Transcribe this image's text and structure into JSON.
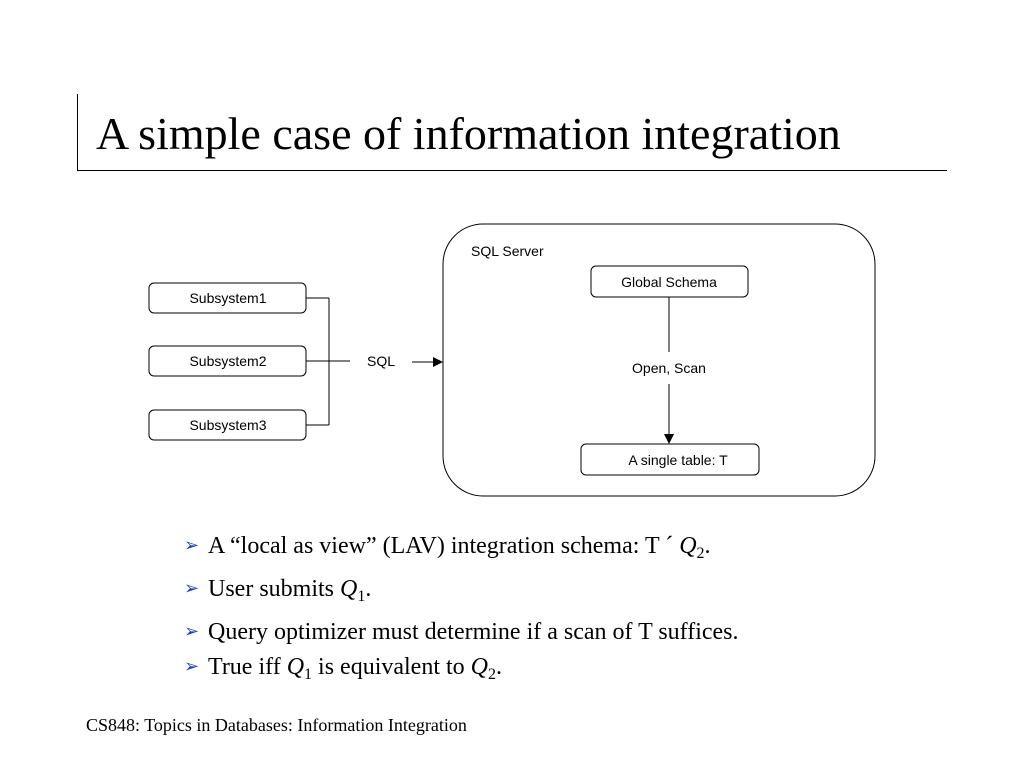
{
  "slide": {
    "title": "A simple case of information integration",
    "footer": "CS848: Topics in Databases: Information Integration"
  },
  "diagram": {
    "subsystems": [
      "Subsystem1",
      "Subsystem2",
      "Subsystem3"
    ],
    "connector_label": "SQL",
    "server_label": "SQL Server",
    "global_schema_label": "Global Schema",
    "operation_label": "Open, Scan",
    "table_label": "A single table: T"
  },
  "bullets": {
    "marker": "➢",
    "b1": {
      "before": "A “local as view” (LAV) integration schema: T ´ ",
      "var": "Q",
      "sub": "2",
      "after": "."
    },
    "b2": {
      "before": "User submits ",
      "var": "Q",
      "sub": "1",
      "after": "."
    },
    "b3": {
      "text": "Query optimizer must determine if a scan of T suffices."
    },
    "b4": {
      "before": "True iff ",
      "var1": "Q",
      "sub1": "1",
      "middle": " is equivalent to ",
      "var2": "Q",
      "sub2": "2",
      "after": "."
    }
  },
  "colors": {
    "bullet_marker": "#1a3ec8"
  }
}
